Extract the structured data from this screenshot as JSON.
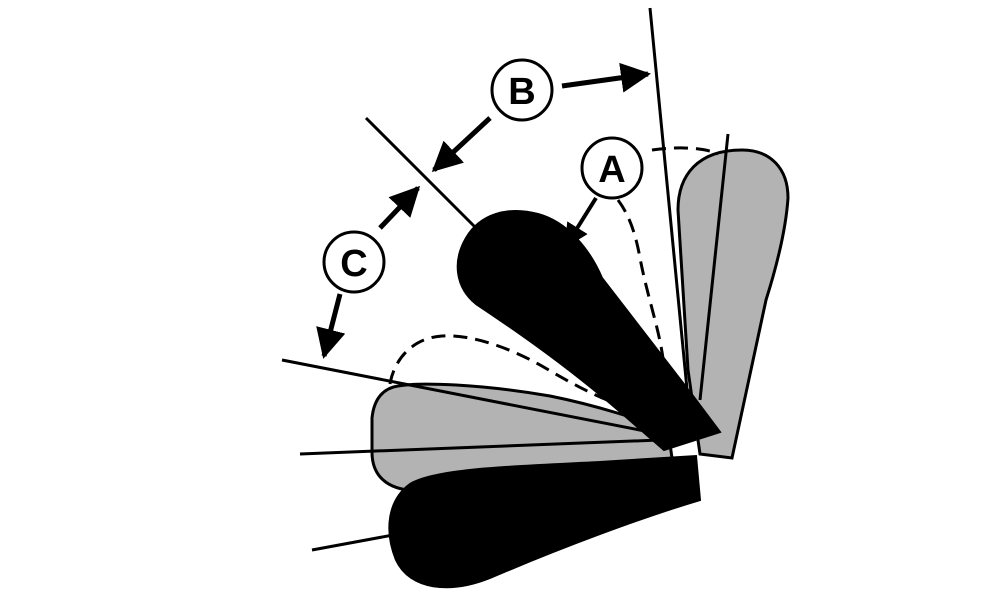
{
  "diagram": {
    "callouts": {
      "a": "A",
      "b": "B",
      "c": "C"
    },
    "colors": {
      "background": "#ffffff",
      "ink": "#000000",
      "shaded_seat": "#b3b3b3"
    },
    "icons": [
      "seat-back-position-icon",
      "recline-angle-line",
      "range-arrow"
    ]
  }
}
